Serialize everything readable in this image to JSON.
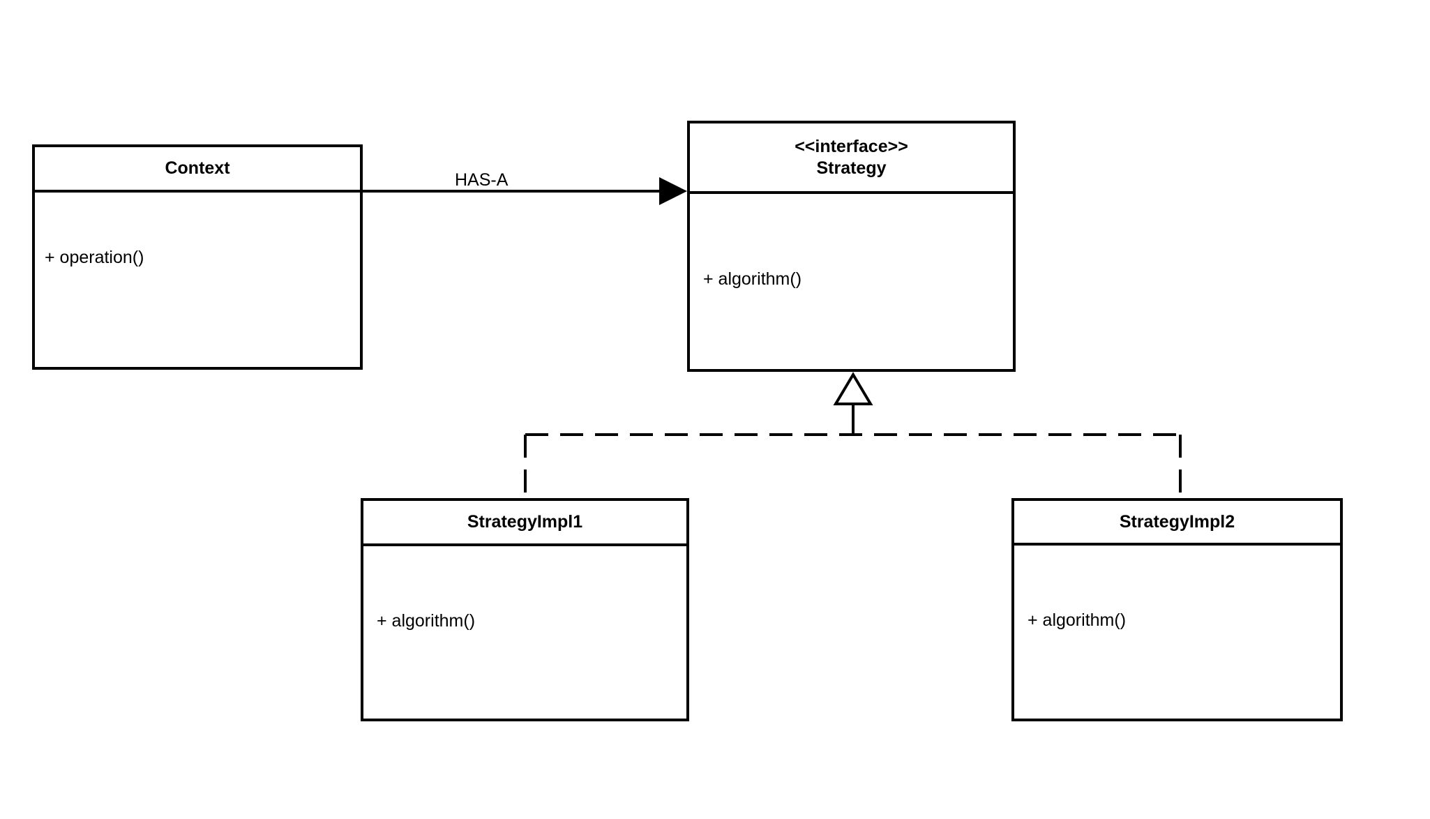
{
  "diagram": {
    "type": "uml-class-diagram",
    "pattern": "Strategy",
    "background": "#ffffff",
    "stroke_color": "#000000",
    "classes": [
      {
        "id": "context",
        "name": "Context",
        "stereotype": "",
        "members": [
          "+ operation()"
        ]
      },
      {
        "id": "strategy",
        "name": "Strategy",
        "stereotype": "<<interface>>",
        "members": [
          "+ algorithm()"
        ]
      },
      {
        "id": "impl1",
        "name": "StrategyImpl1",
        "stereotype": "",
        "members": [
          "+ algorithm()"
        ]
      },
      {
        "id": "impl2",
        "name": "StrategyImpl2",
        "stereotype": "",
        "members": [
          "+ algorithm()"
        ]
      }
    ],
    "relationships": [
      {
        "id": "has-a",
        "from": "context",
        "to": "strategy",
        "label": "HAS-A",
        "style": "solid",
        "arrow": "filled-open-arrow"
      },
      {
        "id": "realize-1",
        "from": "impl1",
        "to": "strategy",
        "label": "",
        "style": "dashed",
        "arrow": "hollow-triangle"
      },
      {
        "id": "realize-2",
        "from": "impl2",
        "to": "strategy",
        "label": "",
        "style": "dashed",
        "arrow": "hollow-triangle"
      }
    ]
  }
}
